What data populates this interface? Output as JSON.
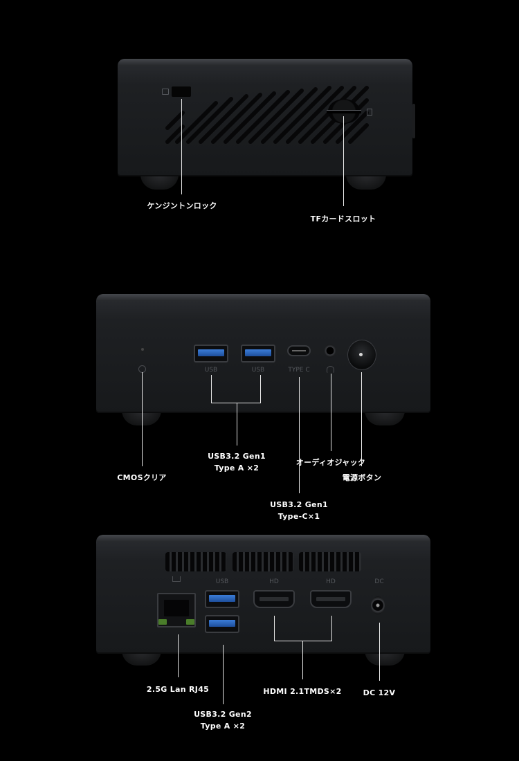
{
  "front": {
    "kensington_label": "ケンジントンロック",
    "tf_label": "TFカードスロット"
  },
  "middle": {
    "port_usb1": "USB",
    "port_usb2": "USB",
    "port_typec": "TYPE C",
    "usb32_gen1_a_line1": "USB3.2 Gen1",
    "usb32_gen1_a_line2": "Type A  ×2",
    "audio_label": "オーディオジャック",
    "cmos_label": "CMOSクリア",
    "power_label": "電源ボタン",
    "usb32_gen1_c_line1": "USB3.2 Gen1",
    "usb32_gen1_c_line2": "Type-C×1"
  },
  "back": {
    "port_usb": "USB",
    "port_hd1": "HD",
    "port_hd2": "HD",
    "port_dc": "DC",
    "lan_label": "2.5G Lan RJ45",
    "hdmi_label": "HDMI 2.1TMDS×2",
    "dc_label": "DC 12V",
    "usb32_gen2_line1": "USB3.2 Gen2",
    "usb32_gen2_line2": "Type A ×2"
  },
  "colors": {
    "background": "#000000",
    "usb_blue": "#2f6fcc",
    "lan_led": "#4a7d2a"
  }
}
